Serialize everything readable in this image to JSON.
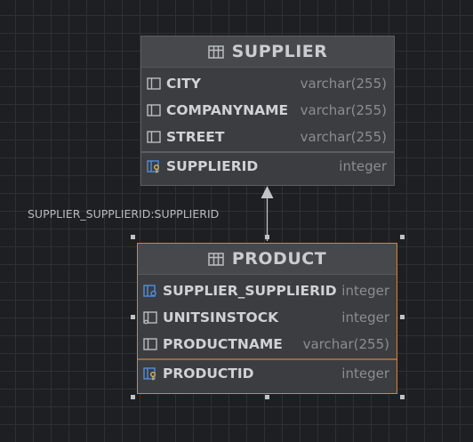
{
  "tables": {
    "supplier": {
      "name": "SUPPLIER",
      "columns": [
        {
          "name": "CITY",
          "type": "varchar(255)"
        },
        {
          "name": "COMPANYNAME",
          "type": "varchar(255)"
        },
        {
          "name": "STREET",
          "type": "varchar(255)"
        }
      ],
      "key": {
        "name": "SUPPLIERID",
        "type": "integer"
      }
    },
    "product": {
      "name": "PRODUCT",
      "columns": [
        {
          "name": "SUPPLIER_SUPPLIERID",
          "type": "integer"
        },
        {
          "name": "UNITSINSTOCK",
          "type": "integer"
        },
        {
          "name": "PRODUCTNAME",
          "type": "varchar(255)"
        }
      ],
      "key": {
        "name": "PRODUCTID",
        "type": "integer"
      }
    }
  },
  "relationship": {
    "label": "SUPPLIER_SUPPLIERID:SUPPLIERID"
  },
  "colors": {
    "background": "#1e1f22",
    "selection": "#d6843a",
    "key_icon": "#4d8fe0",
    "key_accent": "#d9b45a"
  }
}
